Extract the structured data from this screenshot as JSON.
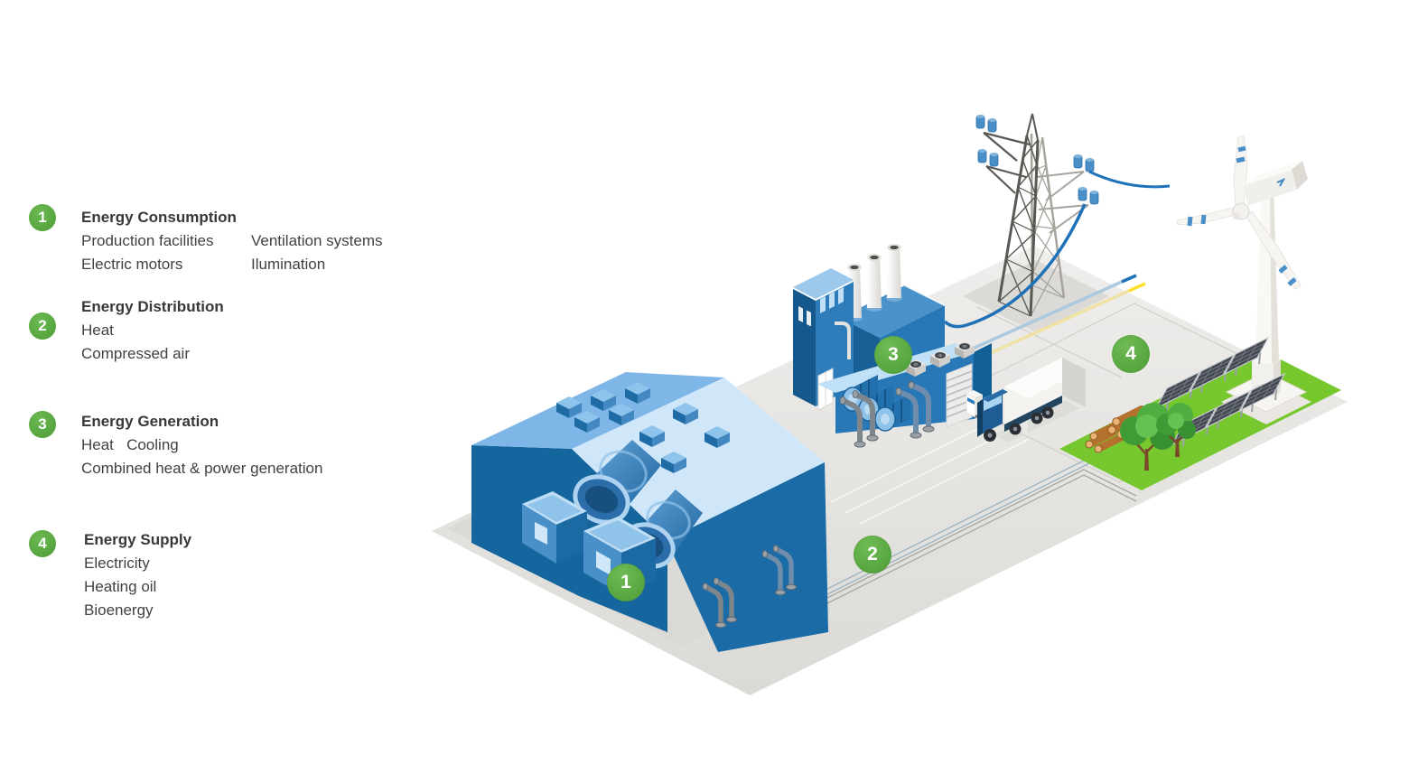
{
  "legend": {
    "items": [
      {
        "num": "1",
        "title": "Energy Consumption",
        "columns": [
          [
            "Production facilities",
            "Electric motors"
          ],
          [
            "Ventilation systems",
            "Ilumination"
          ]
        ]
      },
      {
        "num": "2",
        "title": "Energy Distribution",
        "lines": [
          "Heat",
          "Compressed air"
        ]
      },
      {
        "num": "3",
        "title": "Energy Generation",
        "lines": [
          "Heat   Cooling",
          "Combined heat & power generation"
        ]
      },
      {
        "num": "4",
        "title": "Energy Supply",
        "lines": [
          "Electricity",
          "Heating oil",
          "Bioenergy"
        ]
      }
    ]
  },
  "scene": {
    "markers": [
      {
        "label": "1"
      },
      {
        "label": "2"
      },
      {
        "label": "3"
      },
      {
        "label": "4"
      }
    ]
  },
  "colors": {
    "accent_green": "#56a83e",
    "building_blue": "#1769a4",
    "roof_light_blue": "#d0e7fa",
    "grass_green": "#76c82e",
    "cable_blue": "#1f72b8",
    "supply_yellow": "#ffdf2e",
    "ground_grey": "#e7e6e3"
  }
}
